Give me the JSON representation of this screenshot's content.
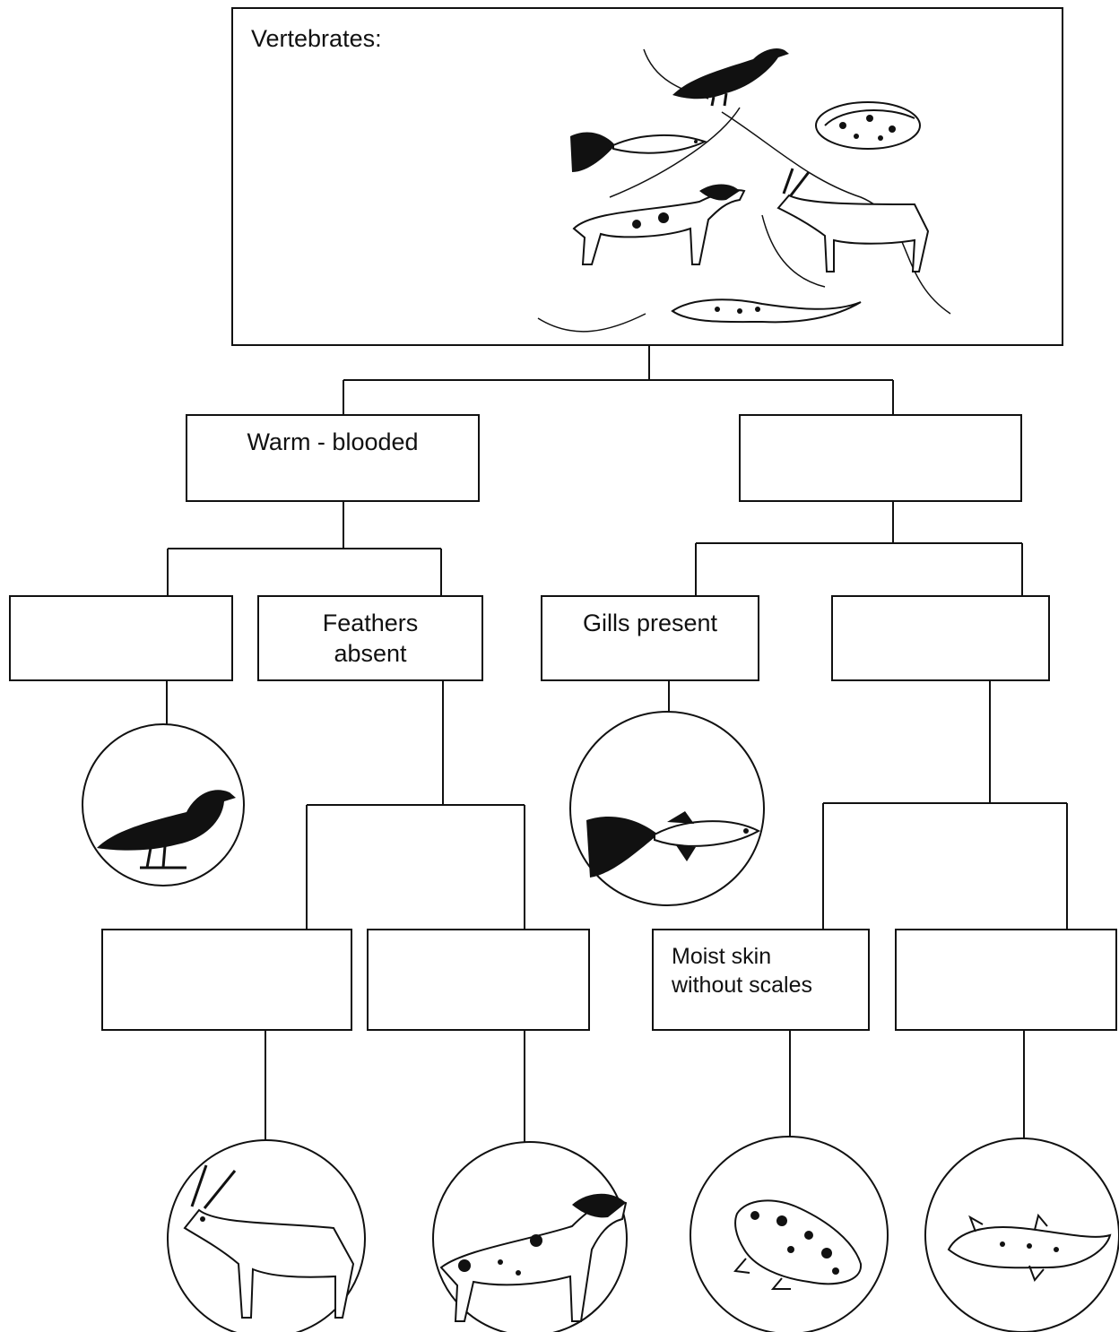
{
  "root": {
    "title": "Vertebrates:",
    "icons": [
      "bird-icon",
      "frog-icon",
      "fish-icon",
      "dog-icon",
      "goat-icon",
      "lizard-icon"
    ]
  },
  "level1": {
    "left": {
      "label": "Warm - blooded"
    },
    "right": {
      "label": ""
    }
  },
  "level2": {
    "a": {
      "label": ""
    },
    "b": {
      "label_line1": "Feathers",
      "label_line2": "absent"
    },
    "c": {
      "label": "Gills present"
    },
    "d": {
      "label": ""
    }
  },
  "level3": {
    "e": {
      "label": ""
    },
    "f": {
      "label": ""
    },
    "g": {
      "label_line1": "Moist skin",
      "label_line2": "without scales"
    },
    "h": {
      "label": ""
    }
  },
  "leaves": [
    "bird-icon",
    "fish-icon",
    "goat-icon",
    "dog-icon",
    "frog-icon",
    "lizard-icon"
  ]
}
